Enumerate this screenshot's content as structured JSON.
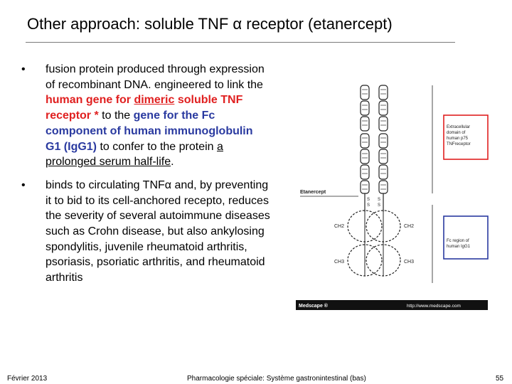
{
  "slide": {
    "title": "Other approach: soluble TNF α receptor (etanercept)",
    "bullet_marker": "•",
    "bullets": [
      {
        "t1": "fusion protein produced through expression of recombinant DNA. engineered to link the ",
        "t2": "human gene for ",
        "t3": "dimeric",
        "t4": " soluble TNF receptor *",
        "t5": " to the ",
        "t6": "gene for the Fc component of human immunoglobulin G1 (IgG1)",
        "t7": " to confer to the protein ",
        "t8": "a prolonged serum half-life",
        "t9": "."
      },
      {
        "text": "binds to circulating TNFα and, by preventing it to bid to its cell-anchored recepto, reduces the severity of several autoimmune diseases such as Crohn disease, but also ankylosing spondylitis, juvenile rheumatoid arthritis, psoriasis, psoriatic arthritis, and rheumatoid arthritis"
      }
    ]
  },
  "figure": {
    "etanercept_label": "Etanercept",
    "box_red_label": [
      "Extracellular",
      "domain of",
      "human p75",
      "TNFreceptor"
    ],
    "box_blue_label": [
      "Fc region of",
      "human IgG1"
    ],
    "ch2": "CH2",
    "ch3": "CH3",
    "s_label": "S",
    "medscape_left": "Medscape ®",
    "medscape_right": "http://www.medscape.com",
    "colors": {
      "red_box": "#e02020",
      "blue_box": "#2a3aa0",
      "banner": "#111111"
    }
  },
  "footer": {
    "date": "Février 2013",
    "course": "Pharmacologie spéciale: Système gastronintestinal (bas)",
    "page": "55"
  }
}
